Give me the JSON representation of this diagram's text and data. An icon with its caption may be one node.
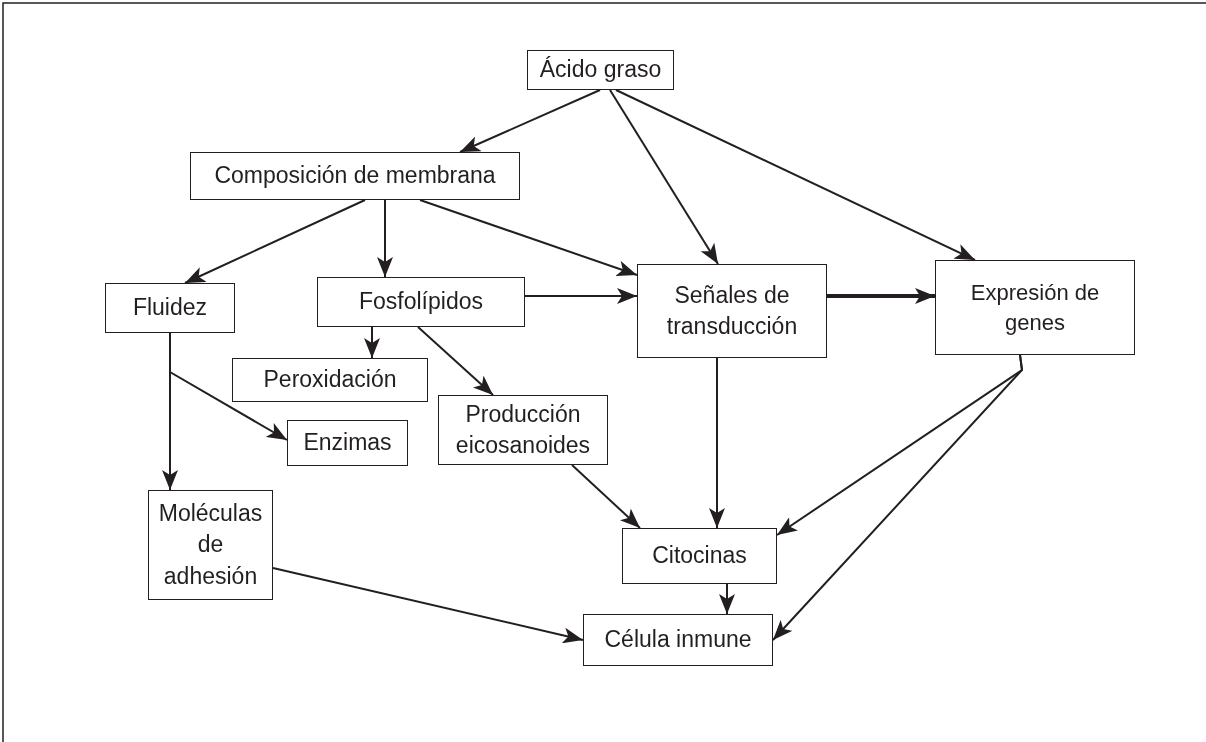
{
  "diagram": {
    "nodes": [
      {
        "text": [
          "Ácido graso"
        ]
      },
      {
        "text": [
          "Composición de membrana"
        ]
      },
      {
        "text": [
          "Fluidez"
        ]
      },
      {
        "text": [
          "Fosfolípidos"
        ]
      },
      {
        "text": [
          "Señales de transducción"
        ]
      },
      {
        "text": [
          "Expresión de genes"
        ]
      },
      {
        "text": [
          "Peroxidación"
        ]
      },
      {
        "text": [
          "Producción eicosanoides"
        ]
      },
      {
        "text": [
          "Moléculas de adhesión"
        ]
      },
      {
        "text": [
          "Enzimas"
        ]
      },
      {
        "text": [
          "Citocinas"
        ]
      },
      {
        "text": [
          "Célula inmune"
        ]
      }
    ],
    "edges": [
      {
        "from": 0,
        "to": 1,
        "arrow": "to"
      },
      {
        "from": 0,
        "to": 4,
        "arrow": "to"
      },
      {
        "from": 0,
        "to": 5,
        "arrow": "to"
      },
      {
        "from": 1,
        "to": 2,
        "arrow": "to"
      },
      {
        "from": 1,
        "to": 3,
        "arrow": "to"
      },
      {
        "from": 1,
        "to": 4,
        "arrow": "to"
      },
      {
        "from": 3,
        "to": 4,
        "arrow": "to"
      },
      {
        "from": 4,
        "to": 5,
        "arrow": "to",
        "style": "thick"
      },
      {
        "from": 3,
        "to": 6,
        "arrow": "to"
      },
      {
        "from": 3,
        "to": 7,
        "arrow": "to"
      },
      {
        "from": 2,
        "to": 8,
        "arrow": "to"
      },
      {
        "from": 2,
        "to": 9,
        "arrow": "to"
      },
      {
        "from": 7,
        "to": 10,
        "arrow": "to"
      },
      {
        "from": 4,
        "to": 10,
        "arrow": "to"
      },
      {
        "from": 5,
        "to": 10,
        "arrow": "to"
      },
      {
        "from": 5,
        "to": 11,
        "arrow": "to"
      },
      {
        "from": 10,
        "to": 11,
        "arrow": "to"
      },
      {
        "from": 8,
        "to": 11,
        "arrow": "to"
      }
    ]
  }
}
